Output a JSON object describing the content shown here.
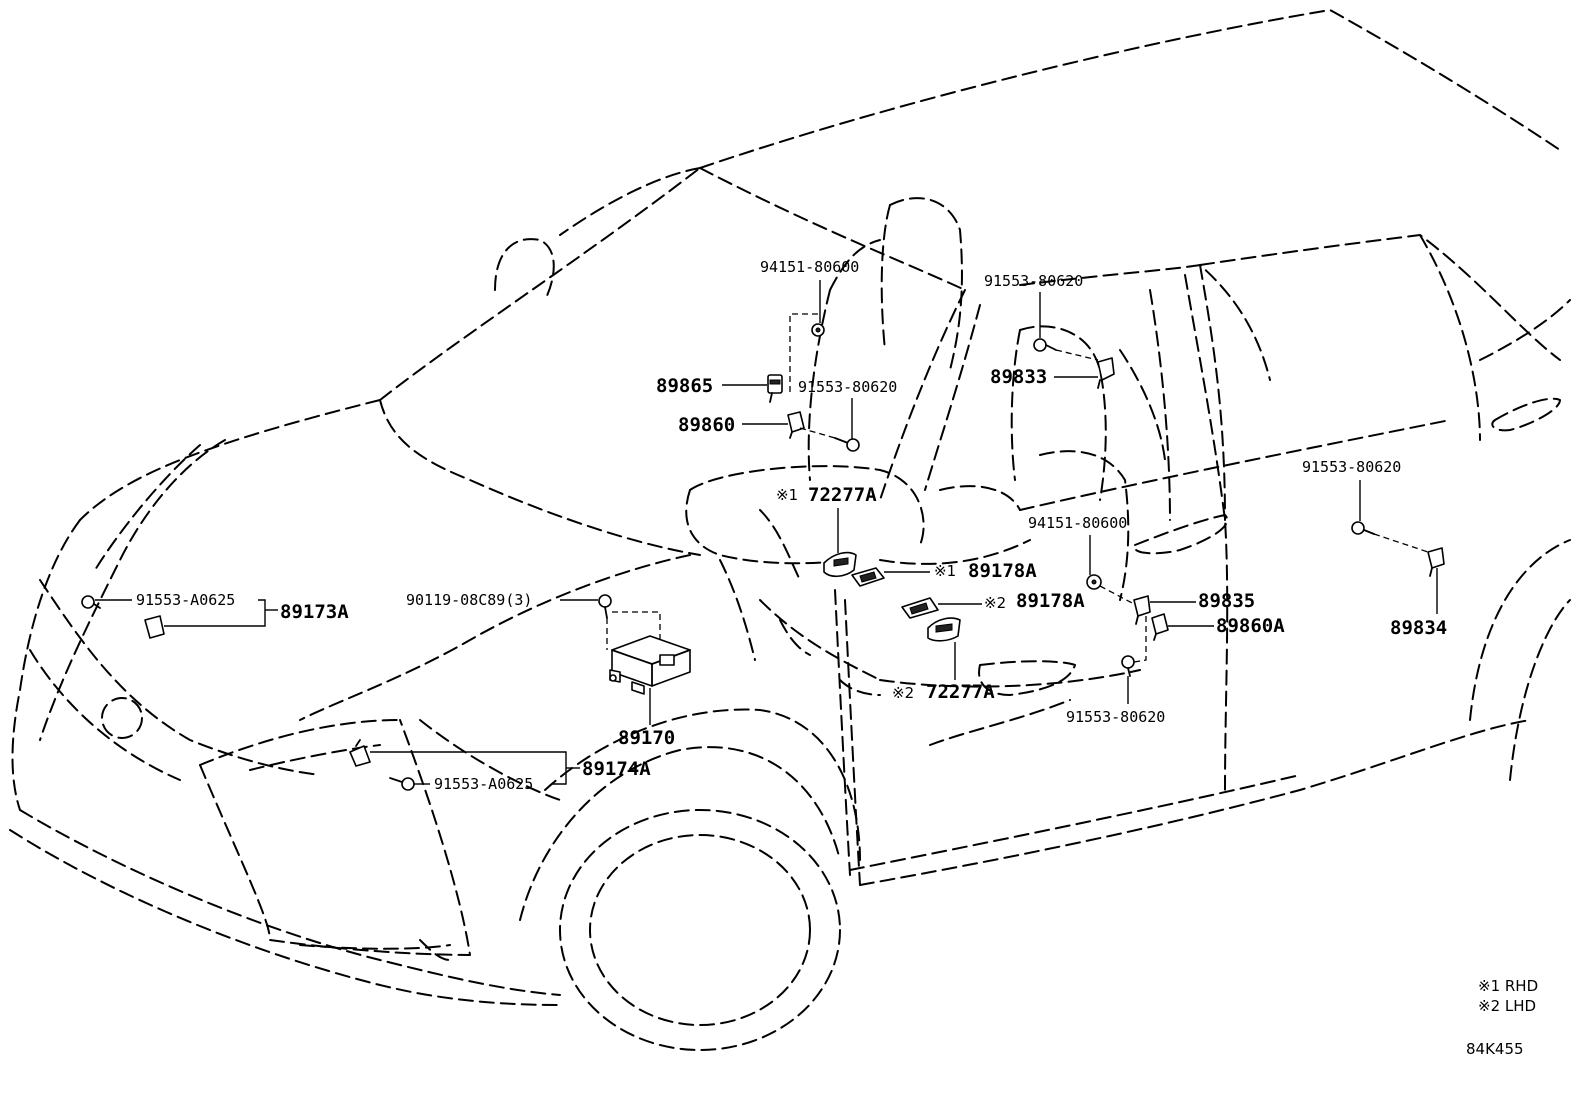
{
  "labels": {
    "l94151_80600_top": "94151-80600",
    "l91553_80620_top": "91553-80620",
    "l89865": "89865",
    "l91553_80620_mid": "91553-80620",
    "l89833": "89833",
    "l89860": "89860",
    "l72277A_1": "72277A",
    "l94151_80600_mid": "94151-80600",
    "l91553_80620_right": "91553-80620",
    "l89178A_1": "89178A",
    "l91553_A0625_left": "91553-A0625",
    "l89173A": "89173A",
    "l90119": "90119-08C89(3)",
    "l89178A_2": "89178A",
    "l89835": "89835",
    "l89860A": "89860A",
    "l89834": "89834",
    "l72277A_2": "72277A",
    "l91553_80620_bottom": "91553-80620",
    "l89170": "89170",
    "l89174A": "89174A",
    "l91553_A0625_bottom": "91553-A0625"
  },
  "markers": {
    "m1": "※1",
    "m2": "※2"
  },
  "legend": {
    "rhd": "※1 RHD",
    "lhd": "※2 LHD"
  },
  "diagram_id": "84K455"
}
